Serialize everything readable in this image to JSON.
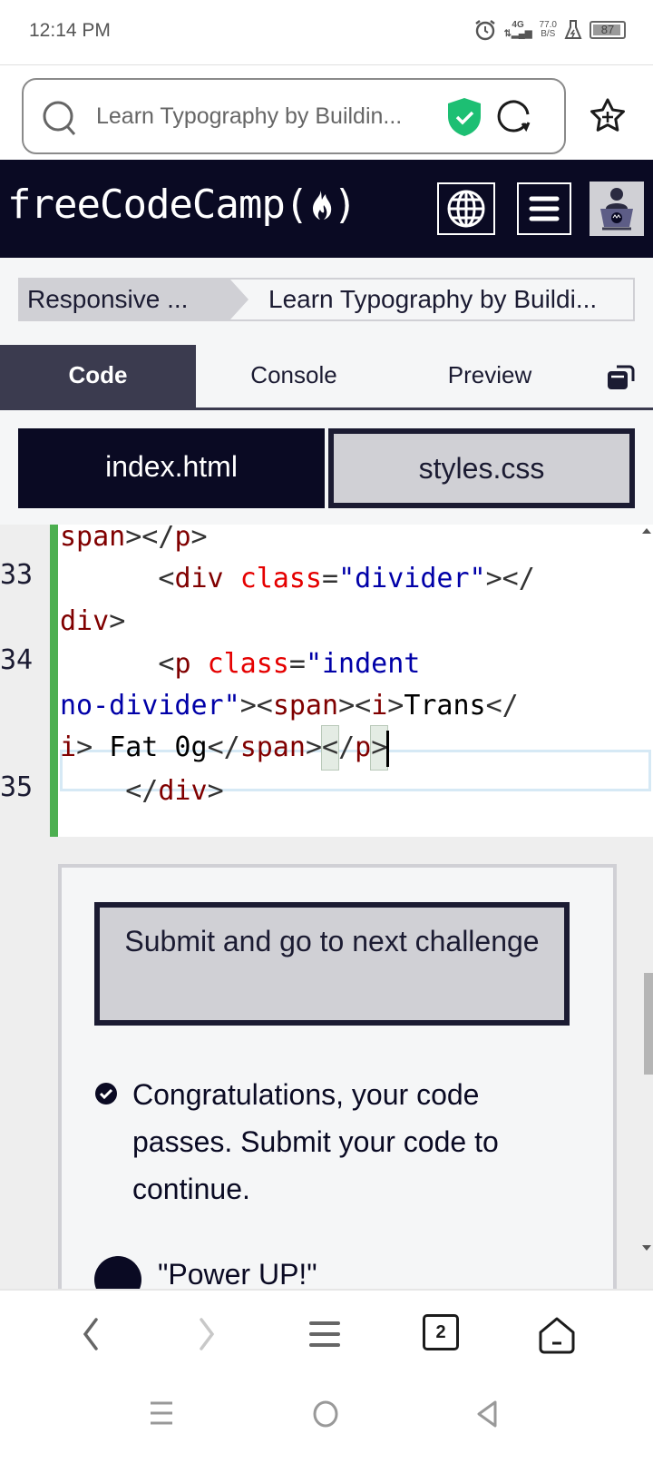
{
  "status_bar": {
    "time": "12:14 PM",
    "network": "4G",
    "speed_value": "77.0",
    "speed_unit": "B/S",
    "battery": "87",
    "icons": [
      "alarm-icon",
      "signal-icon",
      "data-speed-icon",
      "flask-icon",
      "battery-icon"
    ]
  },
  "browser": {
    "url_text": "Learn Typography by Buildin...",
    "icons": [
      "search-icon",
      "shield-check-icon",
      "reload-icon",
      "bookmark-add-icon"
    ]
  },
  "site_nav": {
    "logo": "freeCodeCamp(",
    "logo_end": ")",
    "buttons": [
      "language-globe-icon",
      "menu-icon",
      "avatar"
    ]
  },
  "breadcrumb": {
    "items": [
      {
        "label": "Responsive ..."
      },
      {
        "label": "Learn Typography by Buildi..."
      }
    ]
  },
  "tabs": [
    {
      "label": "Code",
      "active": true
    },
    {
      "label": "Console",
      "active": false
    },
    {
      "label": "Preview",
      "active": false
    }
  ],
  "file_tabs": [
    {
      "label": "index.html",
      "active": true
    },
    {
      "label": "styles.css",
      "active": false
    }
  ],
  "editor": {
    "line_numbers": [
      "33",
      "34",
      "35"
    ],
    "lines": [
      {
        "num": "",
        "tokens": [
          [
            "tag",
            "span"
          ],
          [
            "punc",
            "></"
          ],
          [
            "tag",
            "p"
          ],
          [
            "punc",
            ">"
          ]
        ]
      },
      {
        "num": "33",
        "tokens": [
          [
            "punc",
            "      <"
          ],
          [
            "tag",
            "div"
          ],
          [
            "punc",
            " "
          ],
          [
            "attr",
            "class"
          ],
          [
            "punc",
            "="
          ],
          [
            "str",
            "\"divider\""
          ],
          [
            "punc",
            "></"
          ]
        ]
      },
      {
        "num": "",
        "tokens": [
          [
            "tag",
            "div"
          ],
          [
            "punc",
            ">"
          ]
        ]
      },
      {
        "num": "34",
        "tokens": [
          [
            "punc",
            "      <"
          ],
          [
            "tag",
            "p"
          ],
          [
            "punc",
            " "
          ],
          [
            "attr",
            "class"
          ],
          [
            "punc",
            "="
          ],
          [
            "str",
            "\"indent"
          ]
        ]
      },
      {
        "num": "",
        "tokens": [
          [
            "str",
            "no-divider\""
          ],
          [
            "punc",
            "><"
          ],
          [
            "tag",
            "span"
          ],
          [
            "punc",
            "><"
          ],
          [
            "tag",
            "i"
          ],
          [
            "punc",
            ">"
          ],
          [
            "text",
            "Trans"
          ],
          [
            "punc",
            "</"
          ]
        ]
      },
      {
        "num": "",
        "tokens": [
          [
            "tag",
            "i"
          ],
          [
            "punc",
            "> "
          ],
          [
            "text",
            "Fat 0g"
          ],
          [
            "punc",
            "</"
          ],
          [
            "tag",
            "span"
          ],
          [
            "punc",
            ">"
          ]
        ]
      },
      {
        "num": "35",
        "tokens": [
          [
            "punc",
            "    </"
          ],
          [
            "tag",
            "div"
          ],
          [
            "punc",
            ">"
          ]
        ]
      }
    ],
    "active_line_tail_open": "<",
    "active_line_tail_mid": "/",
    "active_line_tail_tag": "p",
    "active_line_tail_close": ">"
  },
  "test_panel": {
    "submit_button": "Submit and go to next challenge",
    "result_message": "Congratulations, your code passes. Submit your code to continue.",
    "powerup_text": "\"Power UP!\""
  },
  "browser_bottom": {
    "tab_count": "2",
    "icons": [
      "back-icon",
      "forward-icon",
      "menu-icon",
      "tabs-icon",
      "home-icon"
    ]
  },
  "system_nav": {
    "icons": [
      "recent-apps-icon",
      "home-circle-icon",
      "back-triangle-icon"
    ]
  },
  "colors": {
    "nav_bg": "#0a0a23",
    "tab_active_bg": "#3b3b4f",
    "gutter_green": "#4caf50",
    "shield_green": "#1dbf73",
    "secondary_bg": "#d0d0d5"
  }
}
